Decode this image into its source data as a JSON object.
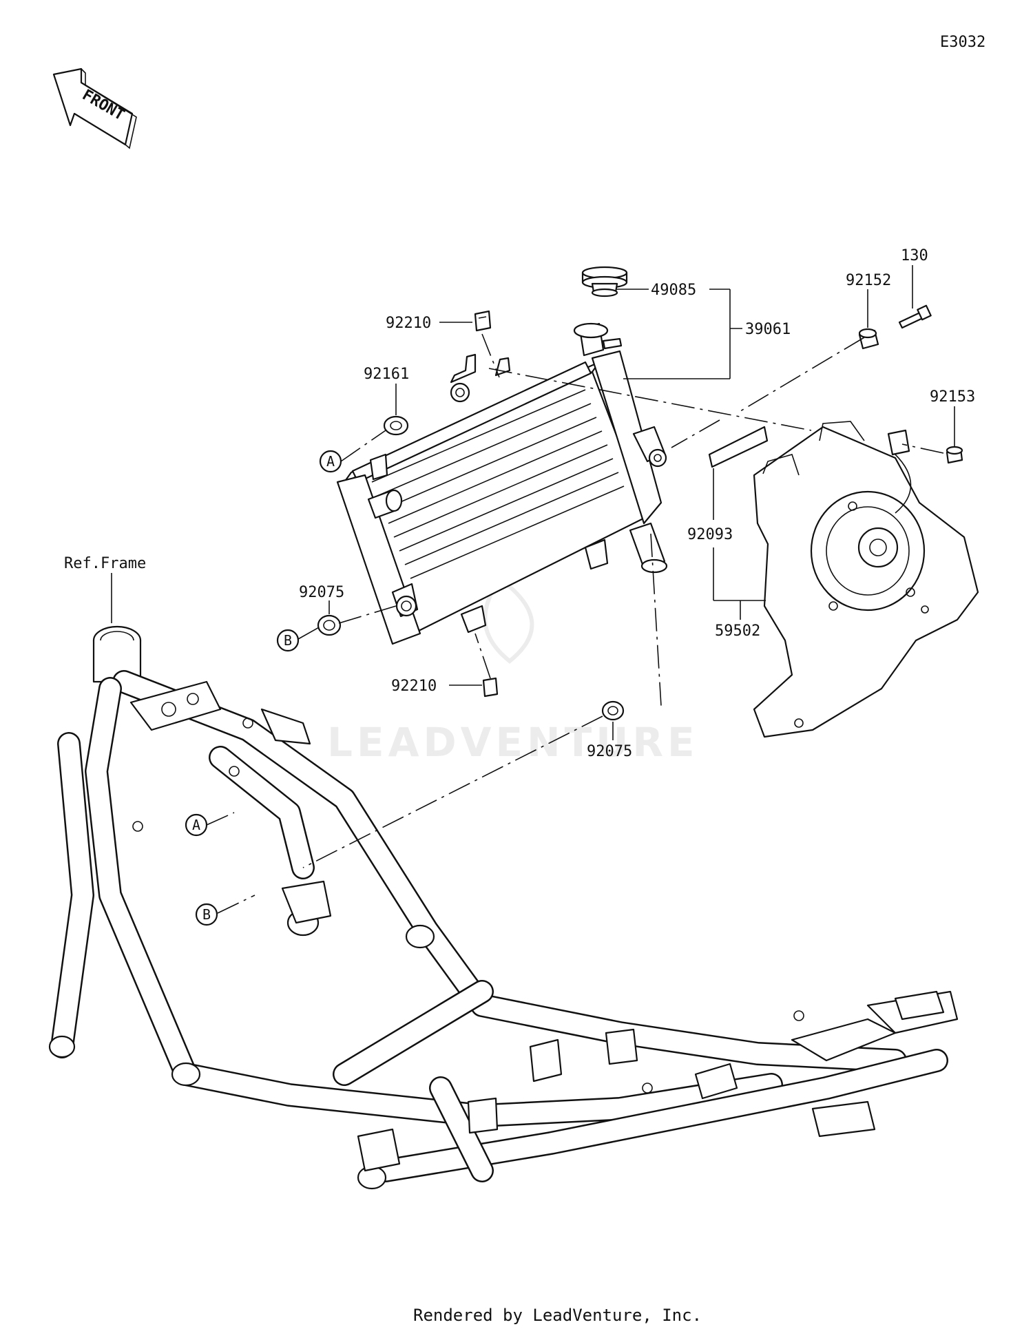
{
  "diagram_code": "E3032",
  "front_label": "FRONT",
  "ref_label": "Ref.Frame",
  "watermark": "LEADVENTURE",
  "footer": "Rendered by LeadVenture, Inc.",
  "part_numbers": {
    "cap": "49085",
    "radiator_assy": "39061",
    "collar": "92152",
    "bolt": "130",
    "clamp_top": "92210",
    "grommet_top": "92161",
    "bolt_fan": "92153",
    "seal": "92093",
    "grommet_b": "92075",
    "grommet_bottom_right": "92075",
    "clamp_bottom": "92210",
    "fan": "59502"
  },
  "markers": {
    "a": "A",
    "b": "B"
  }
}
